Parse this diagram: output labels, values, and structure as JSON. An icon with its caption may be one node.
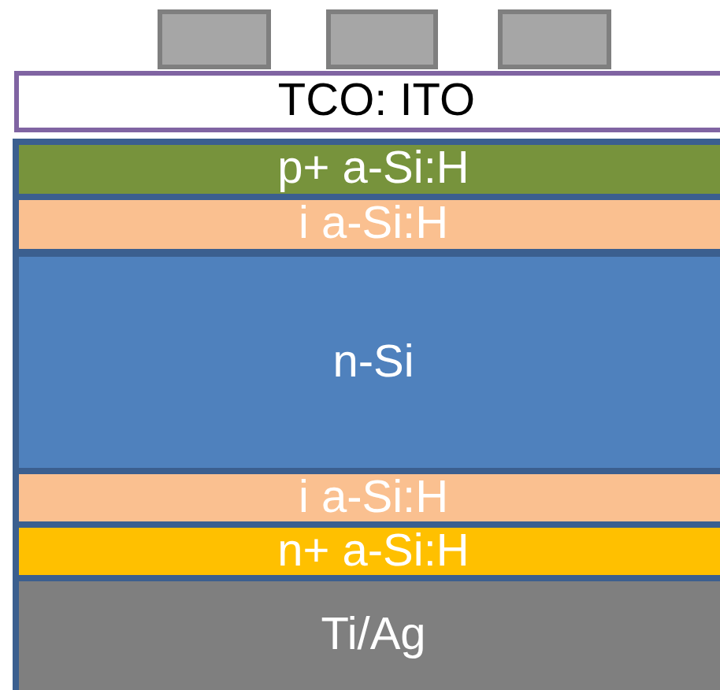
{
  "diagram": {
    "nodes": [
      {
        "text": [],
        "shape": "box"
      },
      {
        "text": [],
        "shape": "box"
      },
      {
        "text": [],
        "shape": "box"
      },
      {
        "text": [
          "TCO: ITO"
        ]
      },
      {
        "text": [
          "p+ a-Si:H"
        ]
      },
      {
        "text": [
          "i a-Si:H"
        ]
      },
      {
        "text": [
          "n-Si"
        ]
      },
      {
        "text": [
          "i a-Si:H"
        ]
      },
      {
        "text": [
          "n+ a-Si:H"
        ]
      },
      {
        "text": [
          "Ti/Ag"
        ]
      }
    ]
  }
}
